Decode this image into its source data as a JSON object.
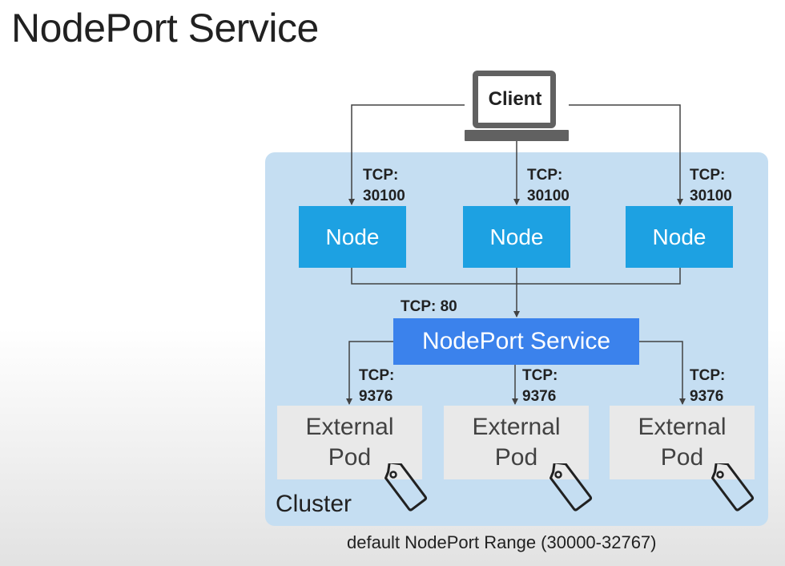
{
  "title": "NodePort Service",
  "client": {
    "label": "Client",
    "icon": "laptop-icon"
  },
  "nodes": [
    {
      "label": "Node",
      "port_line1": "TCP:",
      "port_line2": "30100"
    },
    {
      "label": "Node",
      "port_line1": "TCP:",
      "port_line2": "30100"
    },
    {
      "label": "Node",
      "port_line1": "TCP:",
      "port_line2": "30100"
    }
  ],
  "service": {
    "label": "NodePort Service",
    "port": "TCP: 80"
  },
  "pods": [
    {
      "line1": "External",
      "line2": "Pod",
      "port_line1": "TCP:",
      "port_line2": "9376",
      "icon": "tag-icon"
    },
    {
      "line1": "External",
      "line2": "Pod",
      "port_line1": "TCP:",
      "port_line2": "9376",
      "icon": "tag-icon"
    },
    {
      "line1": "External",
      "line2": "Pod",
      "port_line1": "TCP:",
      "port_line2": "9376",
      "icon": "tag-icon"
    }
  ],
  "cluster_label": "Cluster",
  "footnote": "default NodePort Range (30000-32767)",
  "colors": {
    "cluster_bg": "#c5def2",
    "node": "#1da1e2",
    "service": "#3b82ec",
    "pod": "#e9e9e9",
    "client": "#616161"
  }
}
